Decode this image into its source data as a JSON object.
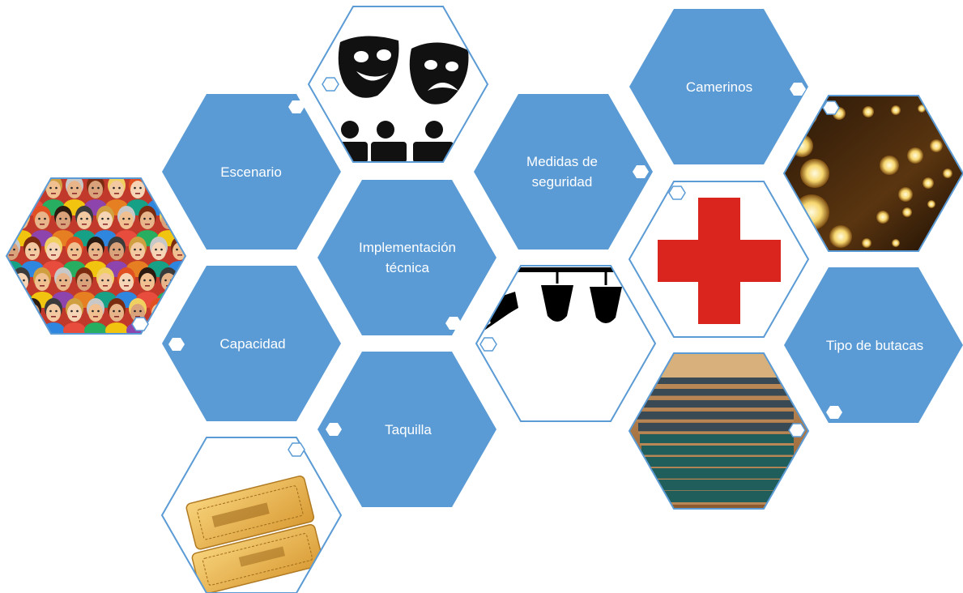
{
  "colors": {
    "hex_fill": "#5b9bd5",
    "hex_outline": "#5b9bd5",
    "text": "#ffffff",
    "accent_red": "#d9251d",
    "ticket_gold": "#e9b44c"
  },
  "labels": {
    "escenario": "Escenario",
    "implementacion_1": "Implementación",
    "implementacion_2": "técnica",
    "capacidad": "Capacidad",
    "taquilla": "Taquilla",
    "medidas_1": "Medidas de",
    "medidas_2": "seguridad",
    "camerinos": "Camerinos",
    "tipo_butacas": "Tipo de butacas"
  },
  "pictures": {
    "crowd": "crowd-illustration",
    "masks": "theater-masks-icon",
    "spotlights": "stage-spotlights-icon",
    "red_cross": "red-cross-icon",
    "mirror_lights": "dressing-room-mirror-lights",
    "auditorium": "auditorium-seats-photo",
    "tickets": "ticket-stubs-illustration"
  }
}
